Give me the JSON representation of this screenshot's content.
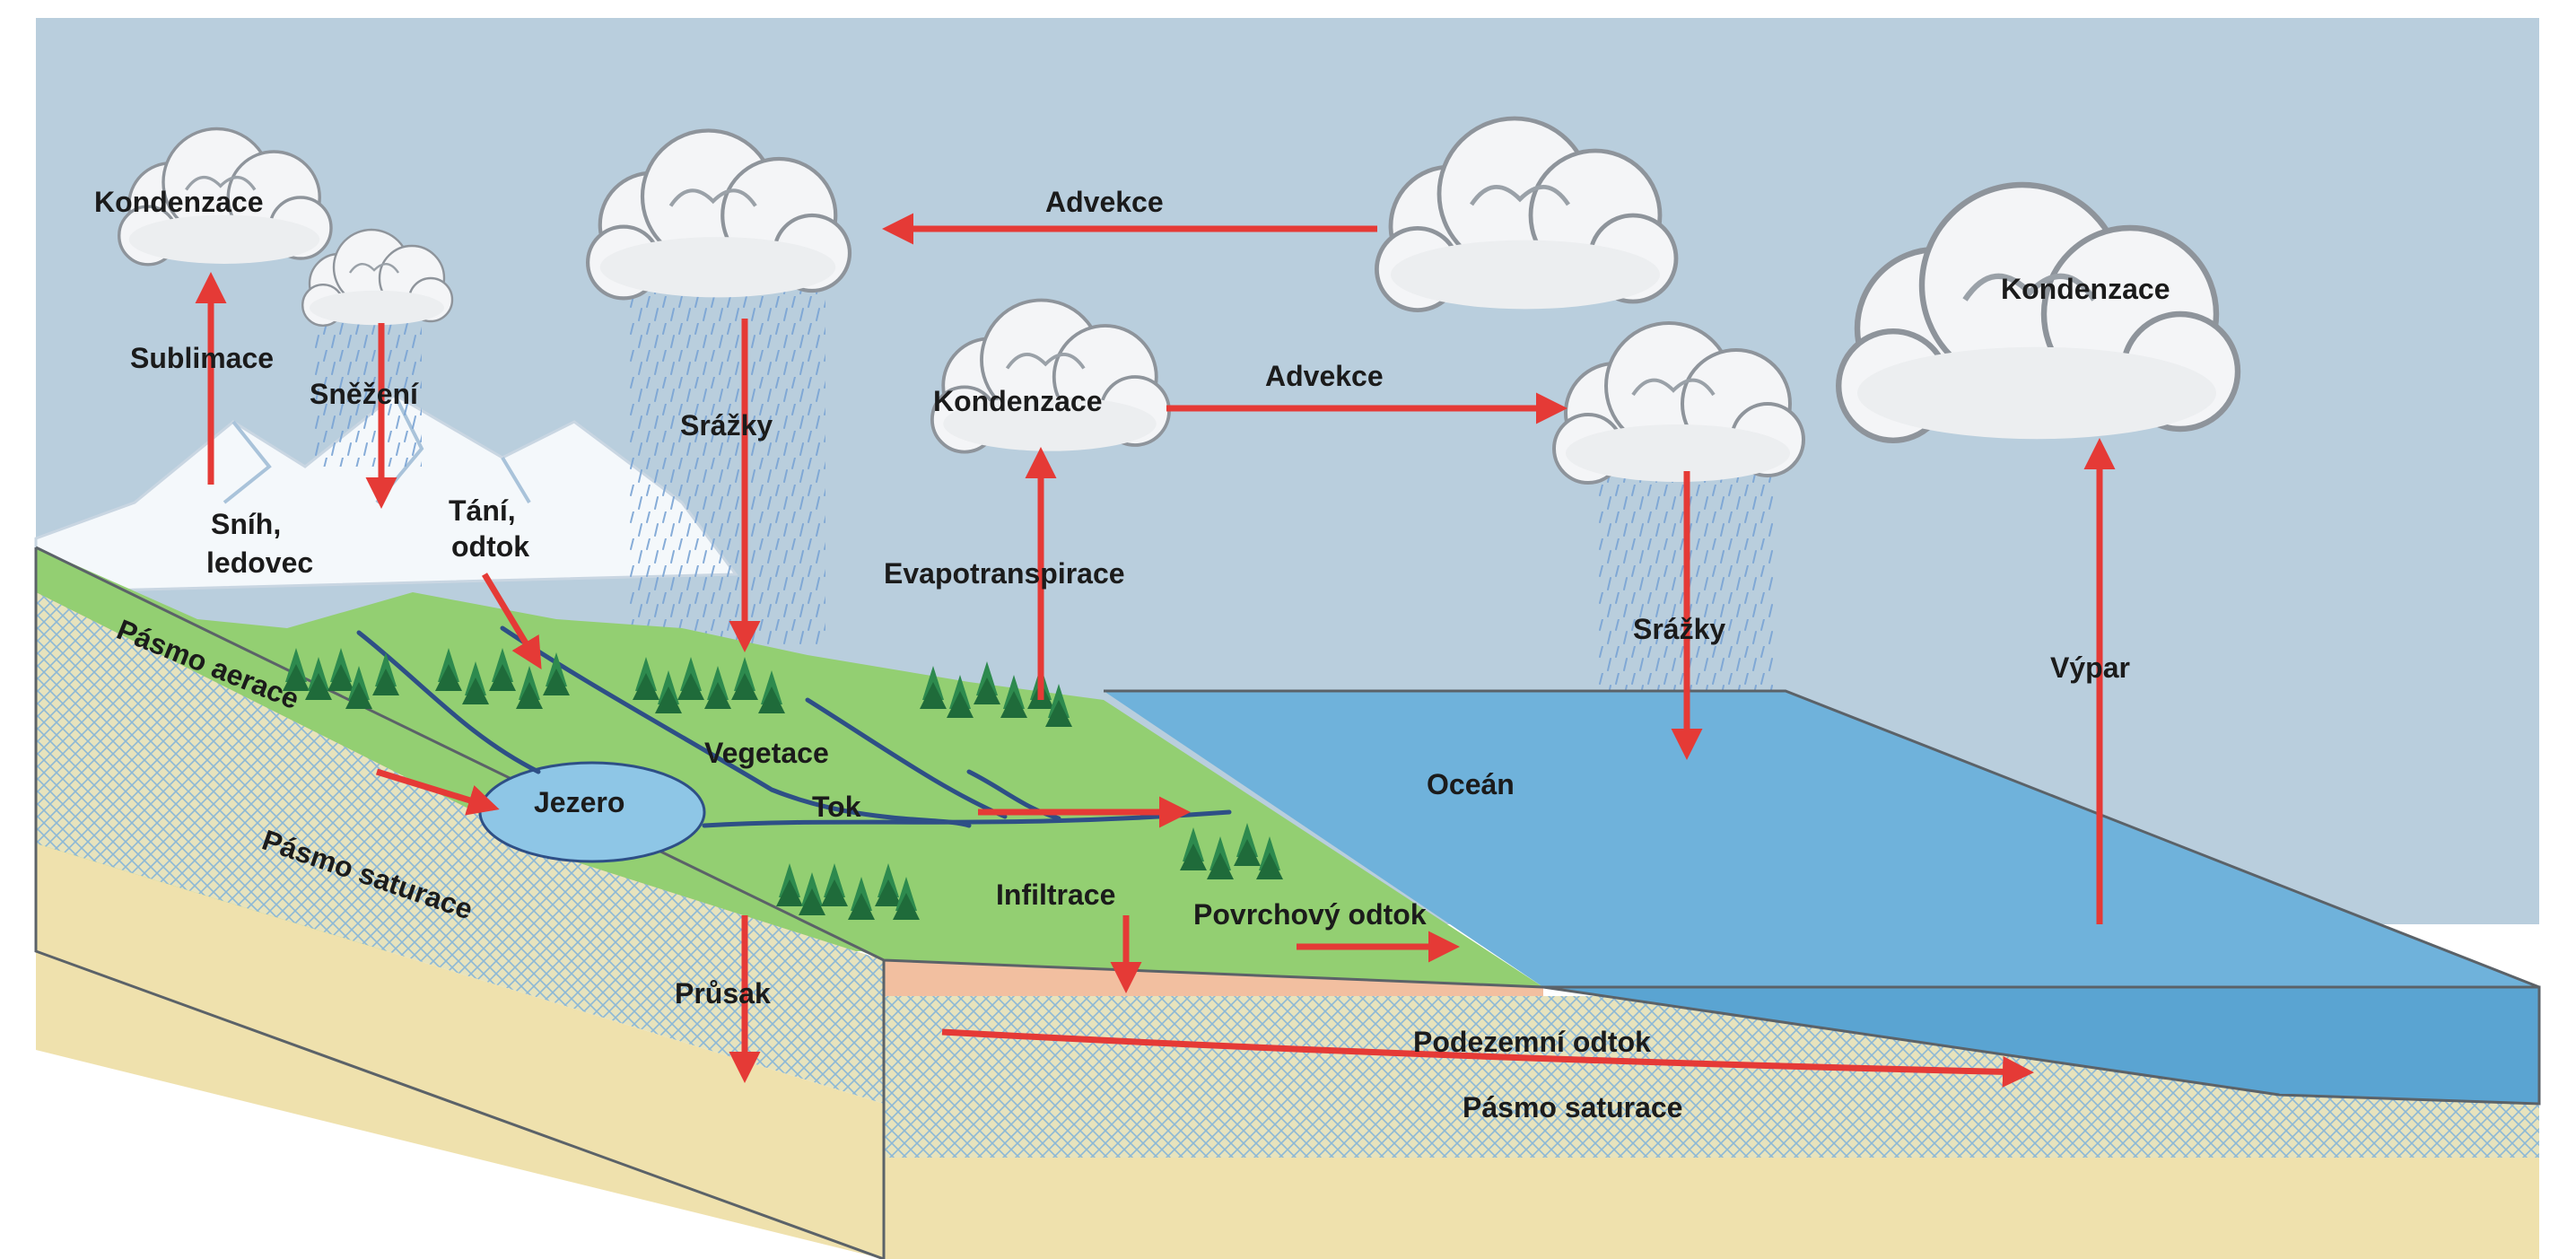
{
  "labels": {
    "kondenzace_1": "Kondenzace",
    "kondenzace_2": "Kondenzace",
    "kondenzace_3": "Kondenzace",
    "sublimace": "Sublimace",
    "snezeni": "Sněžení",
    "snih": "Sníh,",
    "ledovec": "ledovec",
    "tani": "Tání,",
    "odtok": "odtok",
    "srazky_1": "Srážky",
    "srazky_2": "Srážky",
    "advekce_1": "Advekce",
    "advekce_2": "Advekce",
    "evapotranspirace": "Evapotranspirace",
    "vypar": "Výpar",
    "pasmo_aerace": "Pásmo aerace",
    "pasmo_saturace_1": "Pásmo saturace",
    "pasmo_saturace_2": "Pásmo saturace",
    "jezero": "Jezero",
    "vegetace": "Vegetace",
    "tok": "Tok",
    "ocean": "Oceán",
    "infiltrace": "Infiltrace",
    "povrchovy_odtok": "Povrchový odtok",
    "prusak": "Průsak",
    "podzemni_odtok": "Podezemní odtok"
  },
  "colors": {
    "sky": "#b9cedd",
    "ocean": "#6fb2db",
    "ocean_side": "#5aa4d2",
    "grass": "#93cf72",
    "aeration": "#f2bfa0",
    "saturation": "#d5dfc4",
    "bedrock": "#efe1ad",
    "snow": "#f4f8fb",
    "arrow": "#e53a36",
    "river": "#2e4f86",
    "tree": "#2d8a4e",
    "outline": "#5b6268"
  },
  "icons": [
    "cloud-icon",
    "rain-icon",
    "tree-icon",
    "mountain-icon",
    "arrow-icon"
  ]
}
